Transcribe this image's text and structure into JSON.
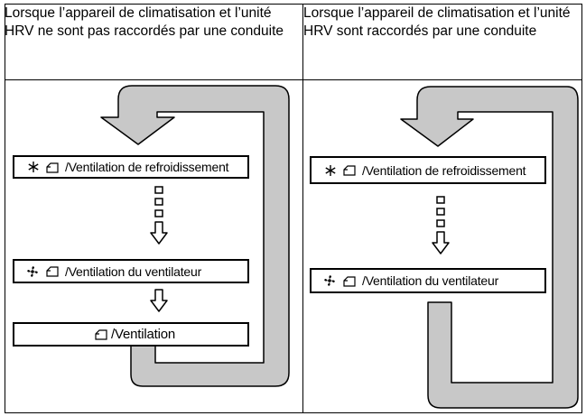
{
  "columns": [
    {
      "header": "Lorsque l’appareil de climatisation et l’unité HRV ne sont pas raccordés par une conduite",
      "modes": [
        {
          "icon": "snowflake-icon",
          "label": "/Ventilation de refroidissement"
        },
        {
          "icon": "fan-icon",
          "label": "/Ventilation du ventilateur"
        },
        {
          "icon": "none",
          "label": "/Ventilation"
        }
      ]
    },
    {
      "header": "Lorsque l’appareil de climatisation et l’unité HRV sont raccordés par une conduite",
      "modes": [
        {
          "icon": "snowflake-icon",
          "label": "/Ventilation de refroidissement"
        },
        {
          "icon": "fan-icon",
          "label": "/Ventilation du ventilateur"
        }
      ]
    }
  ],
  "colors": {
    "loop_fill": "#c8c8c8",
    "border": "#000000"
  }
}
